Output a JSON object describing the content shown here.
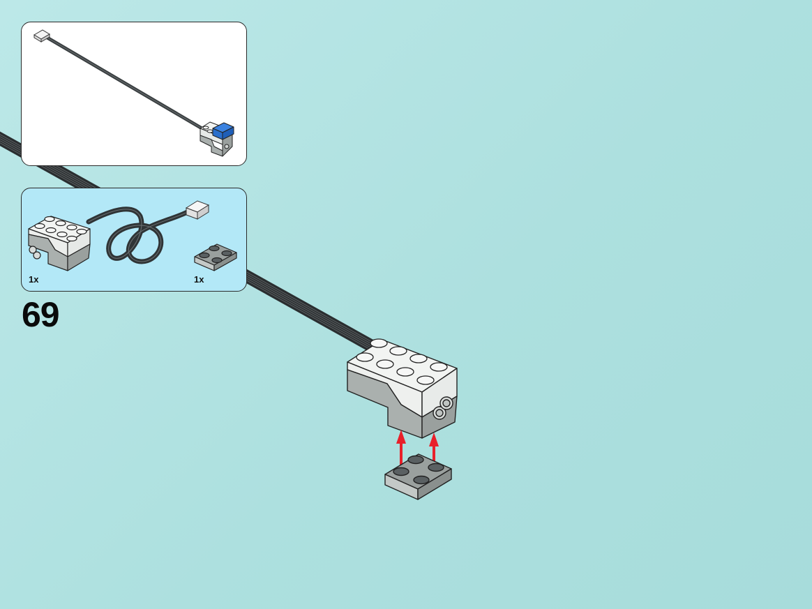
{
  "step": {
    "number": "69"
  },
  "parts_list": {
    "items": [
      {
        "name": "sensor-with-cable",
        "quantity": "1x"
      },
      {
        "name": "dark-gray-plate-2x2",
        "quantity": "1x"
      }
    ]
  },
  "colors": {
    "background": "#b0e2e1",
    "parts_panel": "#b3e8f7",
    "final_panel": "#ffffff",
    "arrow": "#e8202a",
    "brick_white": "#f2f4f2",
    "brick_gray": "#a8aeac",
    "plate_dark": "#8f9593",
    "sensor_blue": "#2266cc",
    "cable": "#3a3f41"
  }
}
